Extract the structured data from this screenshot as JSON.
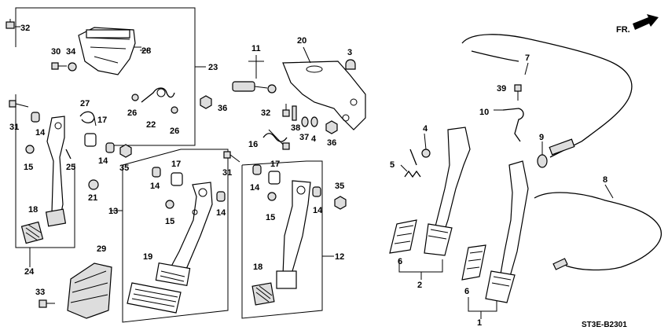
{
  "direction_label": "FR.",
  "diagram_code": "ST3E-B2301",
  "callouts": {
    "c1": "1",
    "c2": "2",
    "c3": "3",
    "c4a": "4",
    "c4b": "4",
    "c5": "5",
    "c6a": "6",
    "c6b": "6",
    "c7": "7",
    "c8": "8",
    "c9": "9",
    "c10": "10",
    "c11": "11",
    "c12": "12",
    "c13": "13",
    "c14a": "14",
    "c14b": "14",
    "c14c": "14",
    "c14d": "14",
    "c14e": "14",
    "c14f": "14",
    "c15a": "15",
    "c15b": "15",
    "c15c": "15",
    "c16": "16",
    "c17a": "17",
    "c17b": "17",
    "c17c": "17",
    "c18a": "18",
    "c18b": "18",
    "c19": "19",
    "c20": "20",
    "c21": "21",
    "c22": "22",
    "c23": "23",
    "c24": "24",
    "c25": "25",
    "c26a": "26",
    "c26b": "26",
    "c27": "27",
    "c28": "28",
    "c29": "29",
    "c30": "30",
    "c31a": "31",
    "c31b": "31",
    "c32a": "32",
    "c32b": "32",
    "c33": "33",
    "c34": "34",
    "c35a": "35",
    "c35b": "35",
    "c36a": "36",
    "c36b": "36",
    "c37": "37",
    "c38": "38",
    "c39": "39"
  }
}
